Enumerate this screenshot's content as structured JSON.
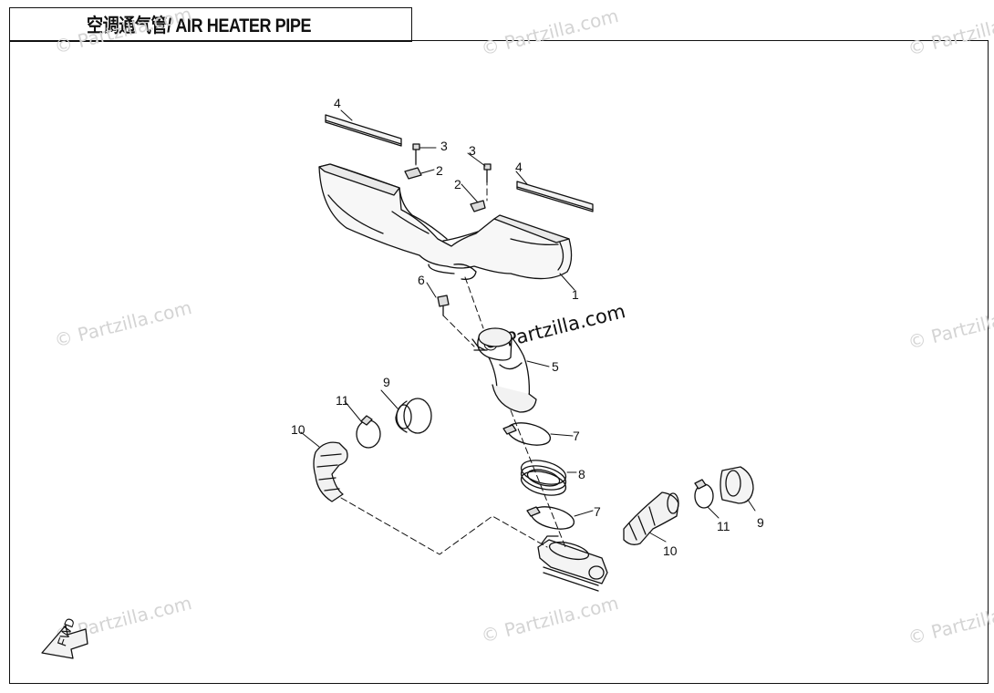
{
  "title": "空调通气管/ AIR HEATER PIPE",
  "watermark": "© Partzilla.com",
  "direction_marker": "FWD",
  "callouts": [
    "1",
    "2",
    "2",
    "3",
    "3",
    "4",
    "4",
    "5",
    "6",
    "7",
    "7",
    "8",
    "9",
    "9",
    "10",
    "10",
    "11",
    "11"
  ]
}
